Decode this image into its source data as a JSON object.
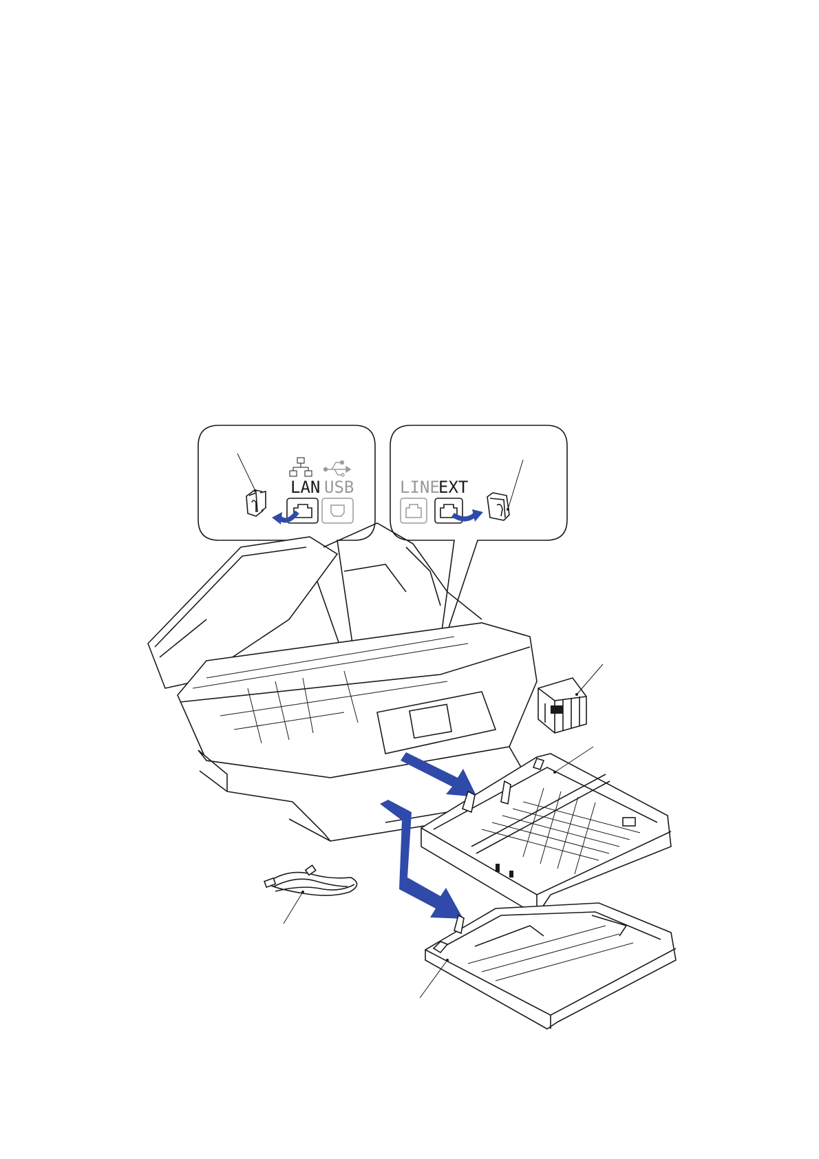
{
  "callout_left": {
    "lan_label": "LAN",
    "usb_label": "USB",
    "lan_icon": "network-icon",
    "usb_icon": "usb-icon"
  },
  "callout_right": {
    "line_label": "LINE",
    "ext_label": "EXT"
  },
  "colors": {
    "arrow": "#2f4aa8",
    "line": "#1a1a1a",
    "inactive_port": "#9a9a9a"
  }
}
